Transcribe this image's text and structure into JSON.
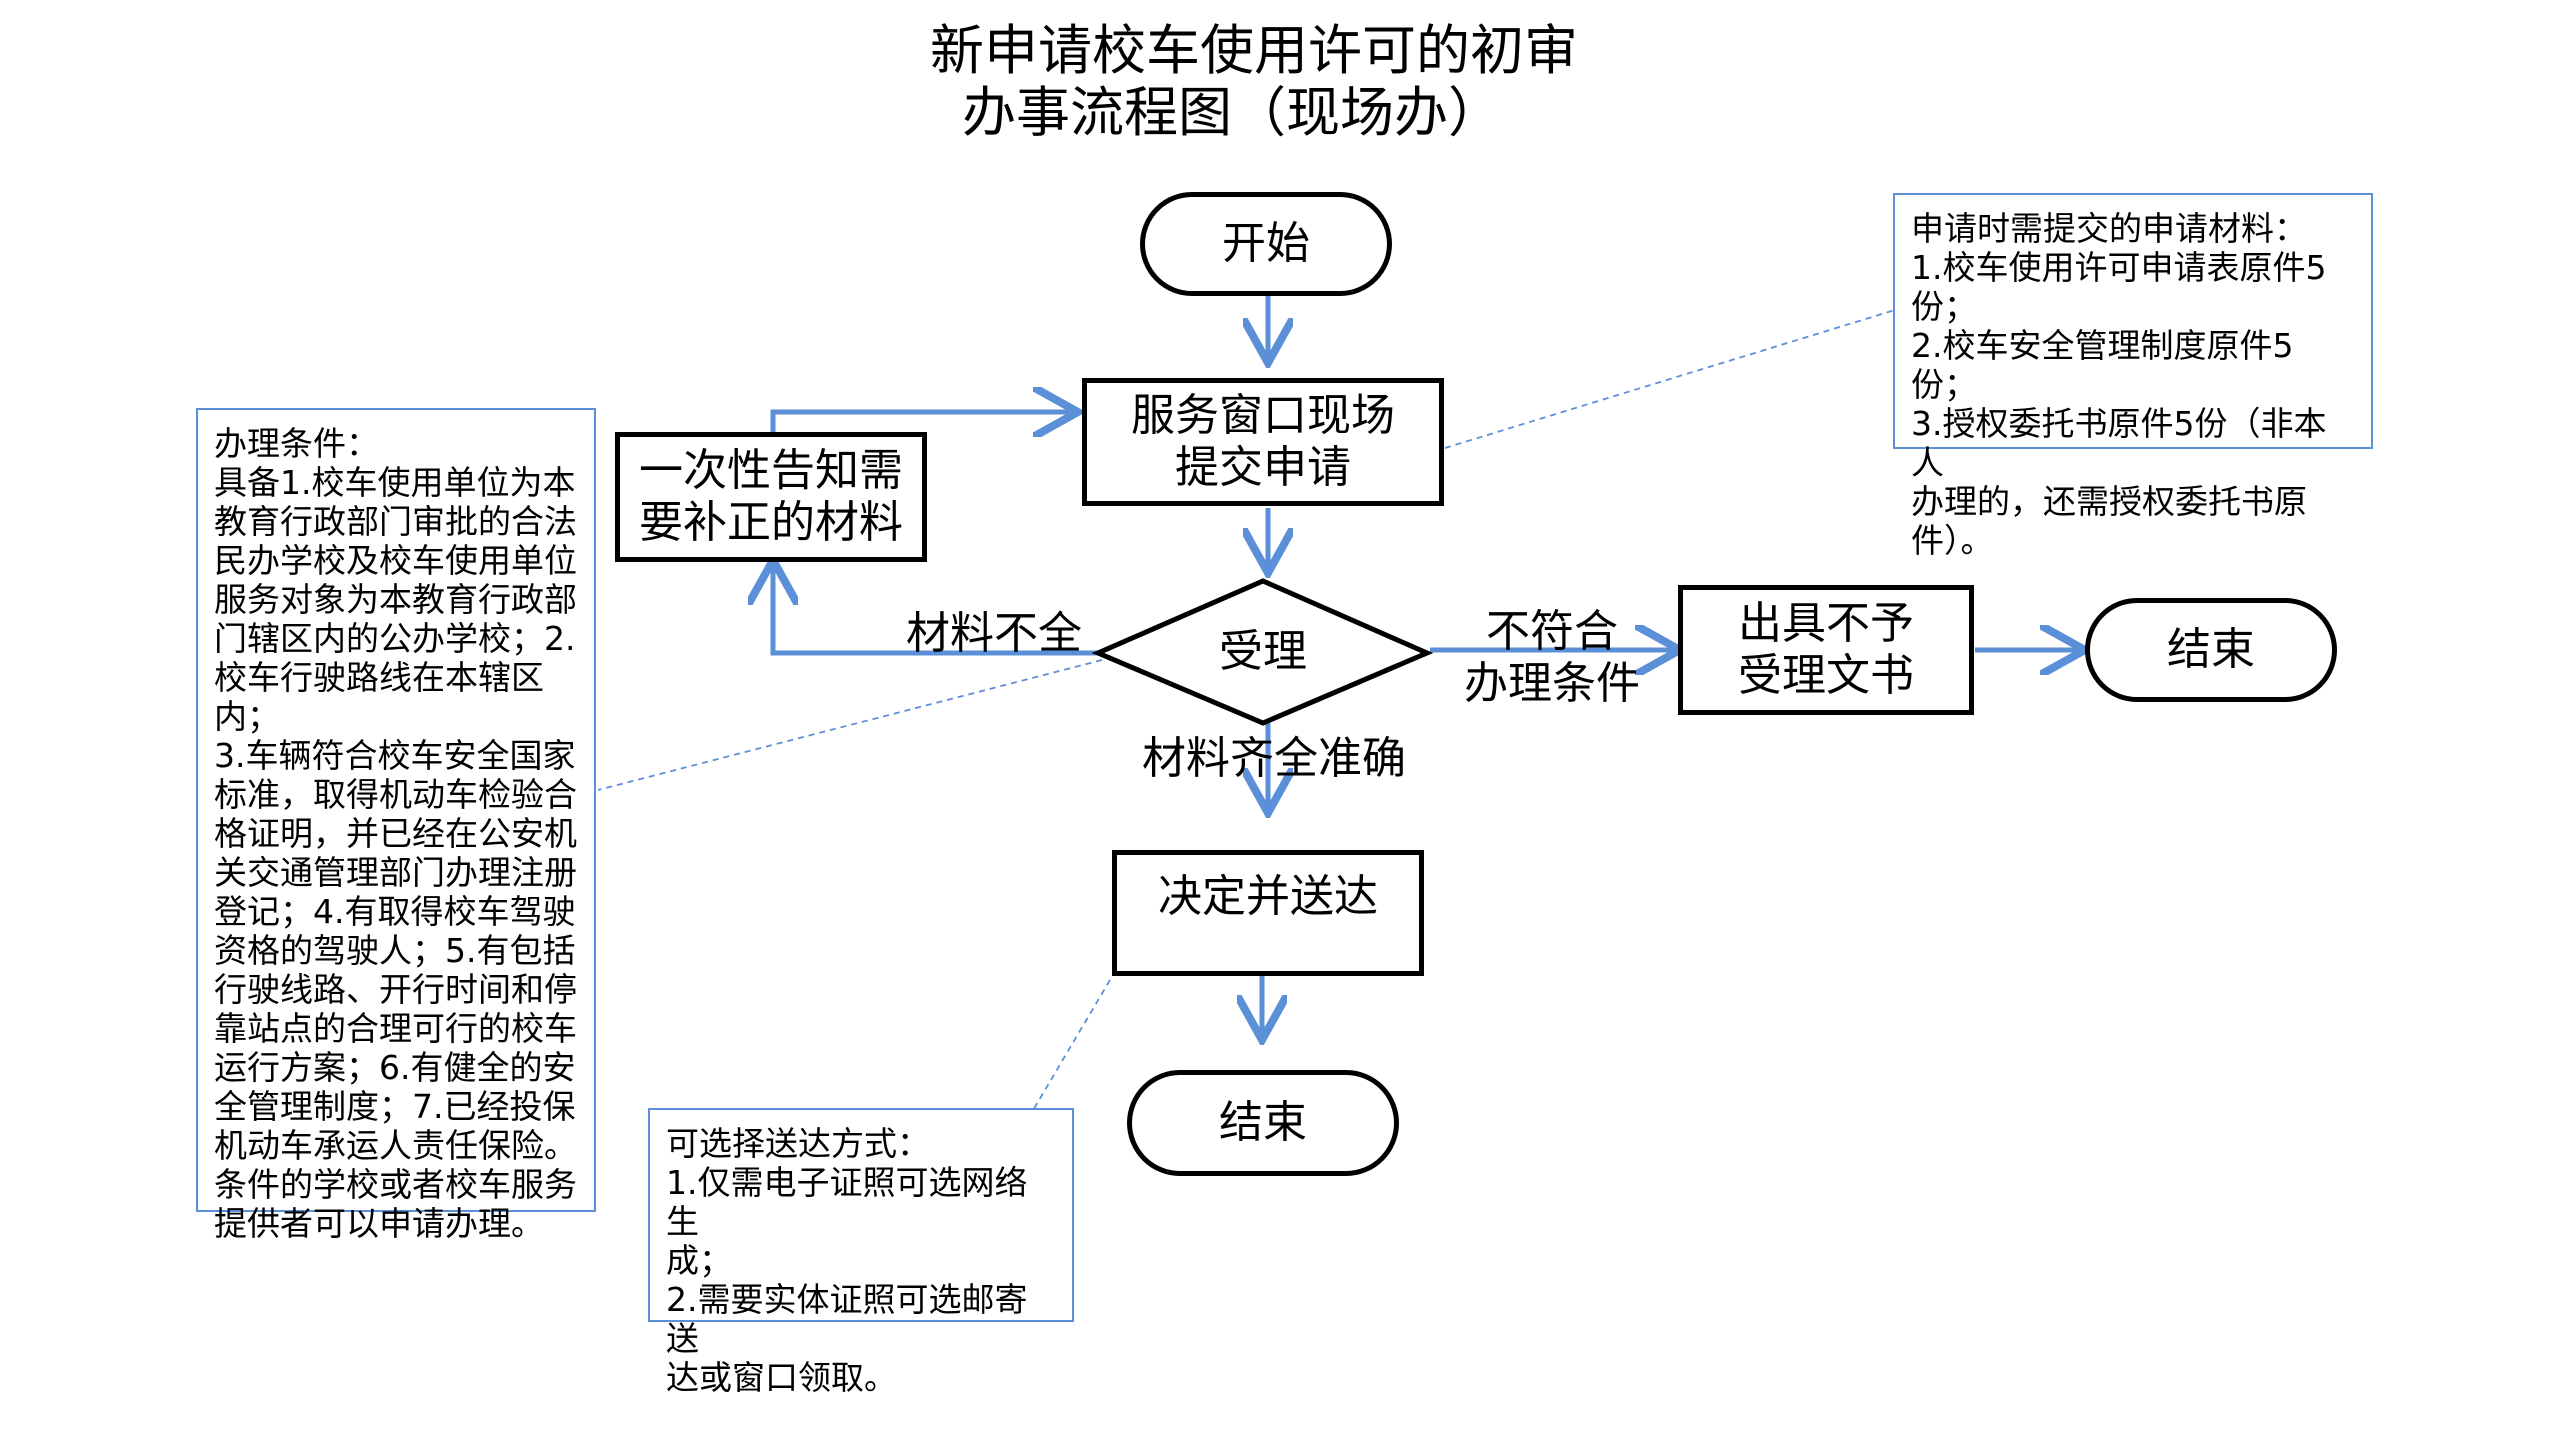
{
  "title": {
    "line1": "新申请校车使用许可的初审",
    "line2": "办事流程图（现场办）"
  },
  "nodes": {
    "start": "开始",
    "submit": {
      "line1": "服务窗口现场",
      "line2": "提交申请"
    },
    "accept": "受理",
    "notify": {
      "line1": "一次性告知需",
      "line2": "要补正的材料"
    },
    "refuse": {
      "line1": "出具不予",
      "line2": "受理文书"
    },
    "end_right": "结束",
    "decide": "决定并送达",
    "end_bottom": "结束"
  },
  "edge_labels": {
    "incomplete": "材料不全",
    "not_eligible": {
      "line1": "不符合",
      "line2": "办理条件"
    },
    "complete": "材料齐全准确"
  },
  "notes": {
    "materials": [
      "申请时需提交的申请材料：",
      "1.校车使用许可申请表原件5份；",
      "2.校车安全管理制度原件5份；",
      "3.授权委托书原件5份（非本人",
      "办理的，还需授权委托书原",
      "件）。"
    ],
    "conditions": [
      "办理条件：",
      "具备1.校车使用单位为本",
      "教育行政部门审批的合法",
      "民办学校及校车使用单位",
      "服务对象为本教育行政部",
      "门辖区内的公办学校；2.",
      "校车行驶路线在本辖区内；",
      "3.车辆符合校车安全国家",
      "标准，取得机动车检验合",
      "格证明，并已经在公安机",
      "关交通管理部门办理注册",
      "登记；4.有取得校车驾驶",
      "资格的驾驶人；5.有包括",
      "行驶线路、开行时间和停",
      "靠站点的合理可行的校车",
      "运行方案；6.有健全的安",
      "全管理制度；7.已经投保",
      "机动车承运人责任保险。",
      "条件的学校或者校车服务",
      "提供者可以申请办理。"
    ],
    "delivery": [
      "可选择送达方式：",
      "1.仅需电子证照可选网络生",
      "成；",
      "2.需要实体证照可选邮寄送",
      "达或窗口领取。"
    ]
  },
  "colors": {
    "arrow": "#5b8fd8",
    "note_border": "#5b8fd8",
    "node_border": "#000000"
  }
}
